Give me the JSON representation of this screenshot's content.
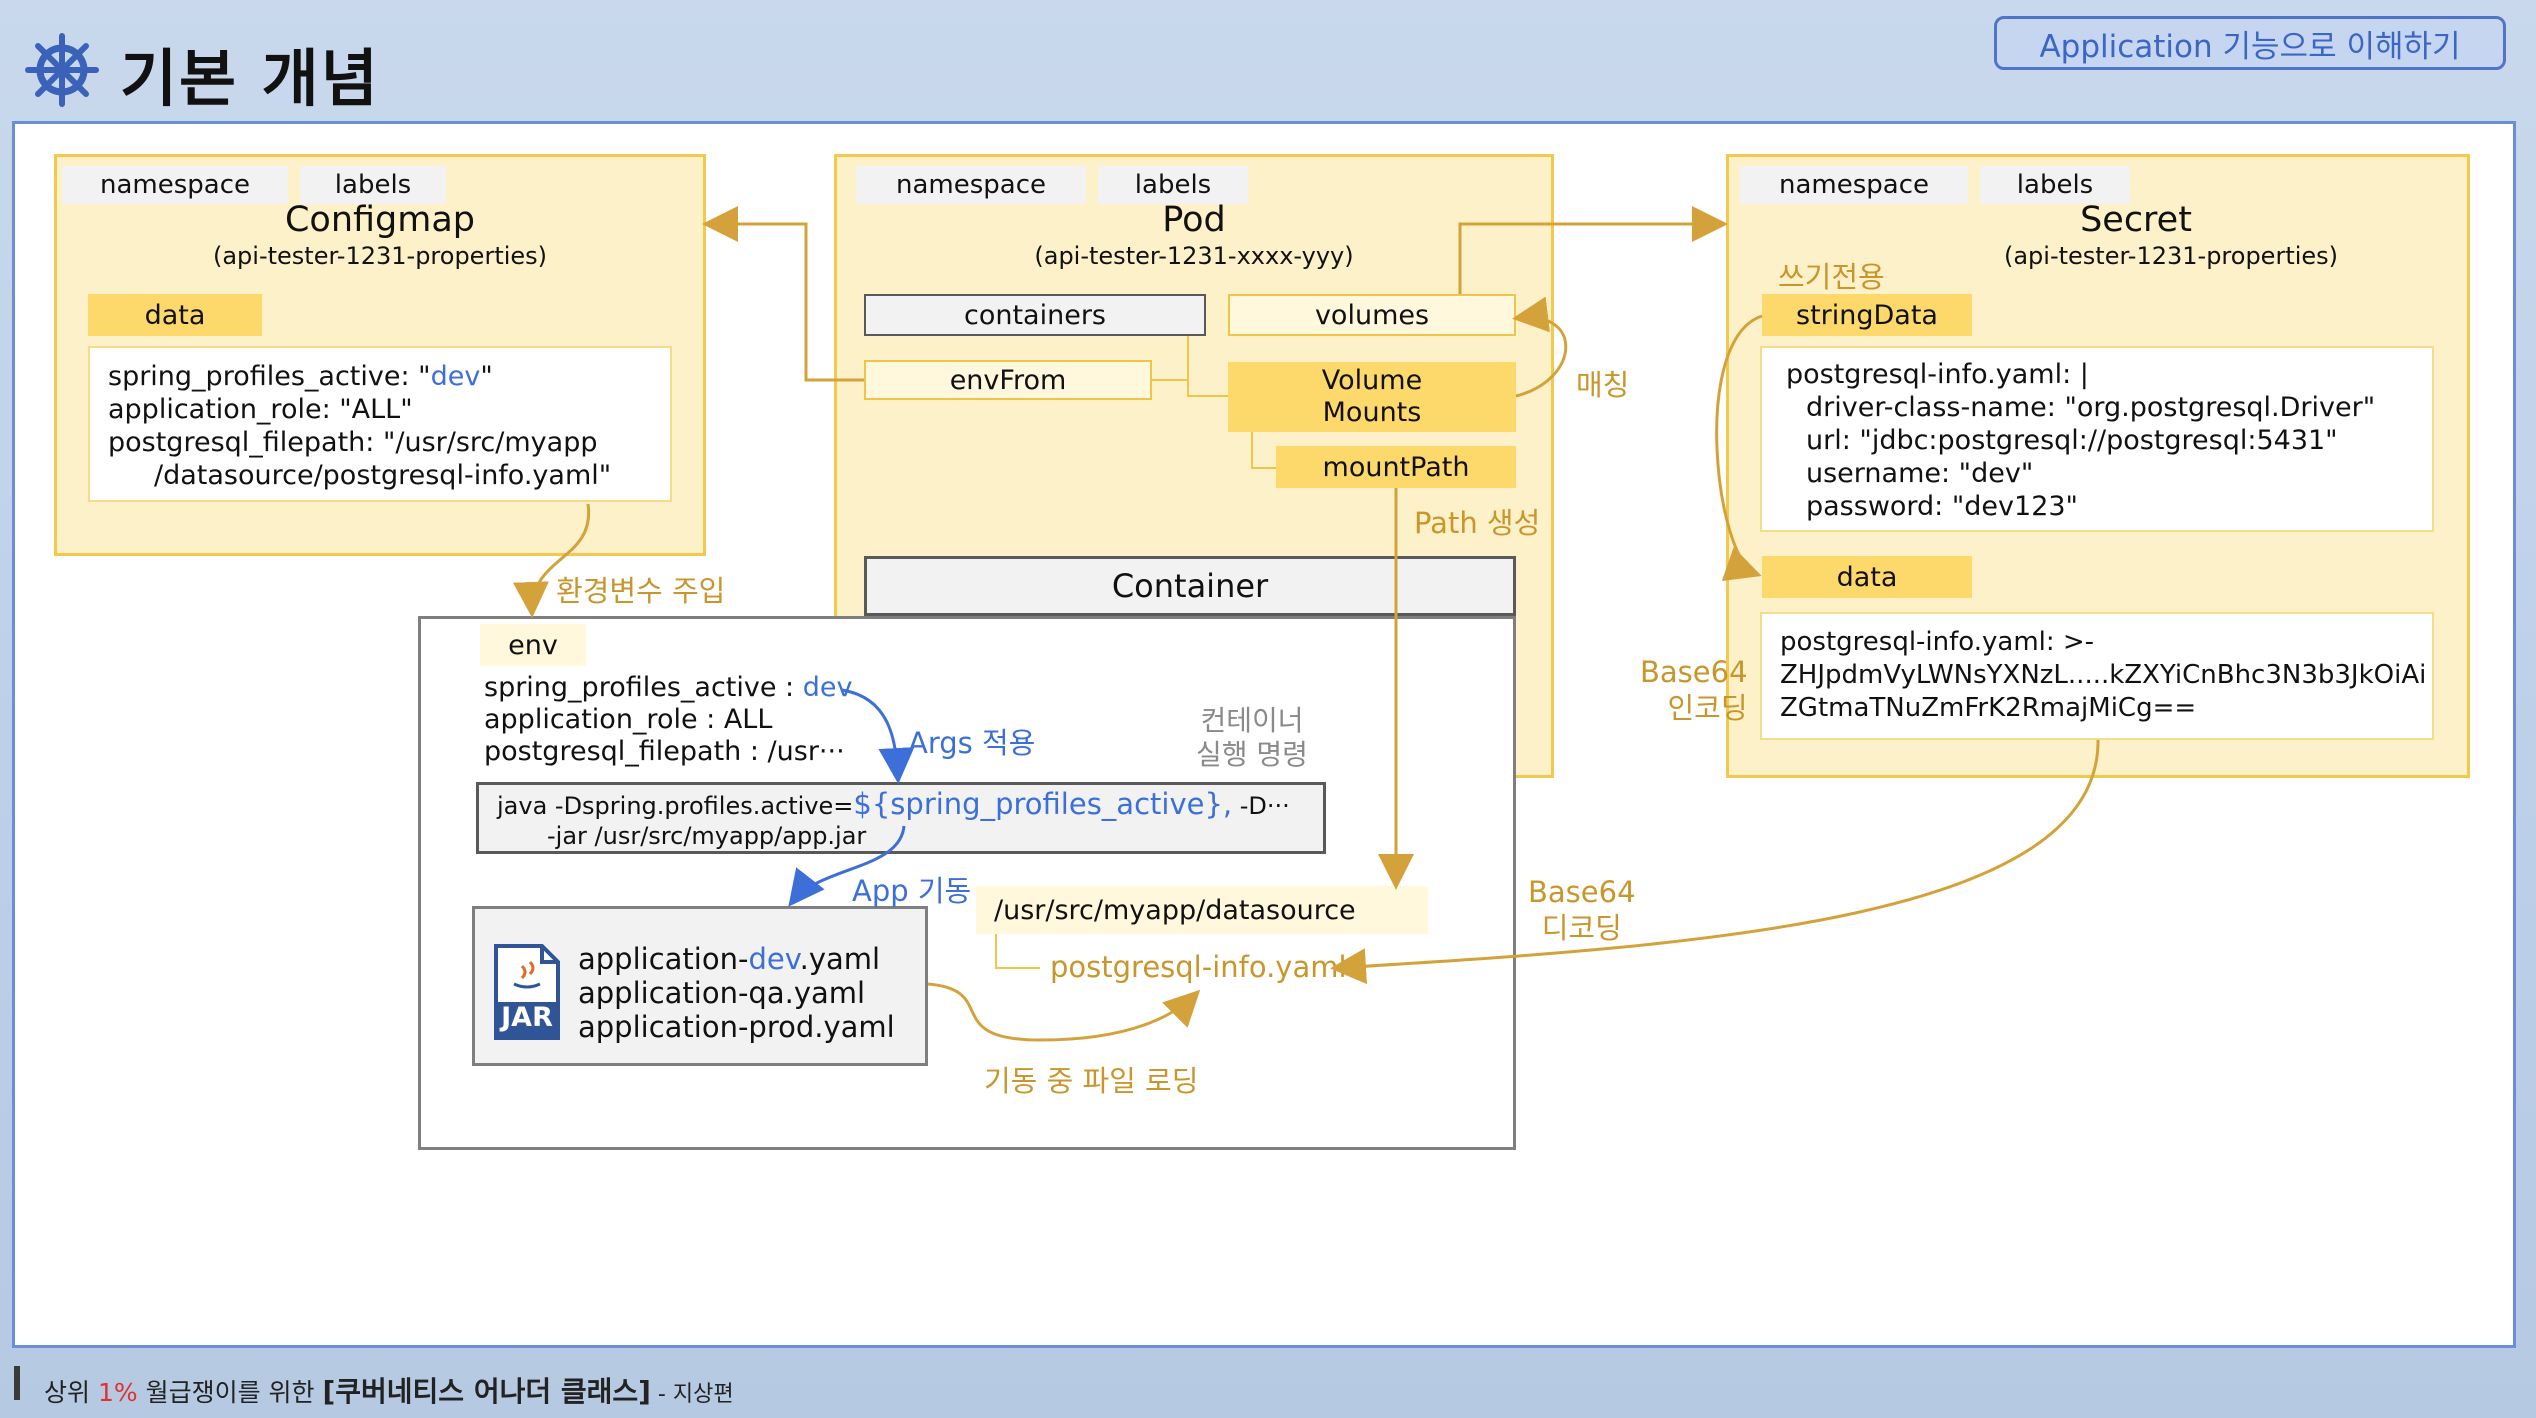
{
  "header": {
    "title": "기본 개념",
    "pill": "Application 기능으로 이해하기",
    "logo_icon": "kubernetes-helm-icon"
  },
  "configmap": {
    "tags": [
      "namespace",
      "labels"
    ],
    "title": "Configmap",
    "subtitle": "(api-tester-1231-properties)",
    "data_label": "data",
    "lines": [
      {
        "k": "spring_profiles_active: \"",
        "v": "dev",
        "e": "\""
      },
      {
        "k": "application_role: \"ALL\""
      },
      {
        "k": "postgresql_filepath: \"/usr/src/myapp"
      },
      {
        "k": "/datasource/postgresql-info.yaml\""
      }
    ]
  },
  "pod": {
    "tags": [
      "namespace",
      "labels"
    ],
    "title": "Pod",
    "subtitle": "(api-tester-1231-xxxx-yyy)",
    "containers": "containers",
    "volumes": "volumes",
    "envfrom": "envFrom",
    "volume_mounts": [
      "Volume",
      "Mounts"
    ],
    "mountpath": "mountPath"
  },
  "secret": {
    "tags": [
      "namespace",
      "labels"
    ],
    "title": "Secret",
    "subtitle": "(api-tester-1231-properties)",
    "write_only": "쓰기전용",
    "stringdata_label": "stringData",
    "stringdata_lines": [
      "postgresql-info.yaml: |",
      "driver-class-name: \"org.postgresql.Driver\"",
      "url: \"jdbc:postgresql://postgresql:5431\"",
      "username: \"dev\"",
      "password: \"dev123\""
    ],
    "data_label": "data",
    "data_lines": [
      "postgresql-info.yaml: >-",
      "ZHJpdmVyLWNsYXNzL.....kZXYiCnBhc3N3b3JkOiAi",
      "ZGtmaTNuZmFrK2RmajMiCg=="
    ]
  },
  "container": {
    "title": "Container",
    "env_label": "env",
    "env_lines": [
      {
        "k": "spring_profiles_active : ",
        "v": "dev"
      },
      {
        "k": "application_role : ALL"
      },
      {
        "k": "postgresql_filepath : /usr···"
      }
    ],
    "cmd_line1_a": "java -Dspring.profiles.active=",
    "cmd_line1_b": "${spring_profiles_active},",
    "cmd_line1_c": " -D···",
    "cmd_line2": "-jar /usr/src/myapp/app.jar",
    "jar_icon_label": "JAR",
    "jar_files": [
      {
        "a": "application-",
        "b": "dev",
        "c": ".yaml"
      },
      {
        "a": "application-qa.yaml"
      },
      {
        "a": "application-prod.yaml"
      }
    ],
    "datasource_path": "/usr/src/myapp/datasource",
    "datasource_file": "postgresql-info.yaml"
  },
  "annotations": {
    "env_inject": "환경변수 주입",
    "matching": "매칭",
    "path_create": "Path 생성",
    "args_apply": "Args 적용",
    "container_run_1": "컨테이너",
    "container_run_2": "실행 명령",
    "app_start": "App 기동",
    "file_loading": "기동 중 파일 로딩",
    "base64_encode_1": "Base64",
    "base64_encode_2": "인코딩",
    "base64_decode_1": "Base64",
    "base64_decode_2": "디코딩"
  },
  "footer": {
    "pre": "상위 ",
    "highlight": "1%",
    "mid": " 월급쟁이를 위한 ",
    "bold": "[쿠버네티스 어나더 클래스]",
    "post": " - 지상편"
  },
  "colors": {
    "gold": "#c9962c",
    "yellow_fill": "#fcd96a",
    "blue": "#3c6fd8",
    "red": "#e0312e"
  }
}
